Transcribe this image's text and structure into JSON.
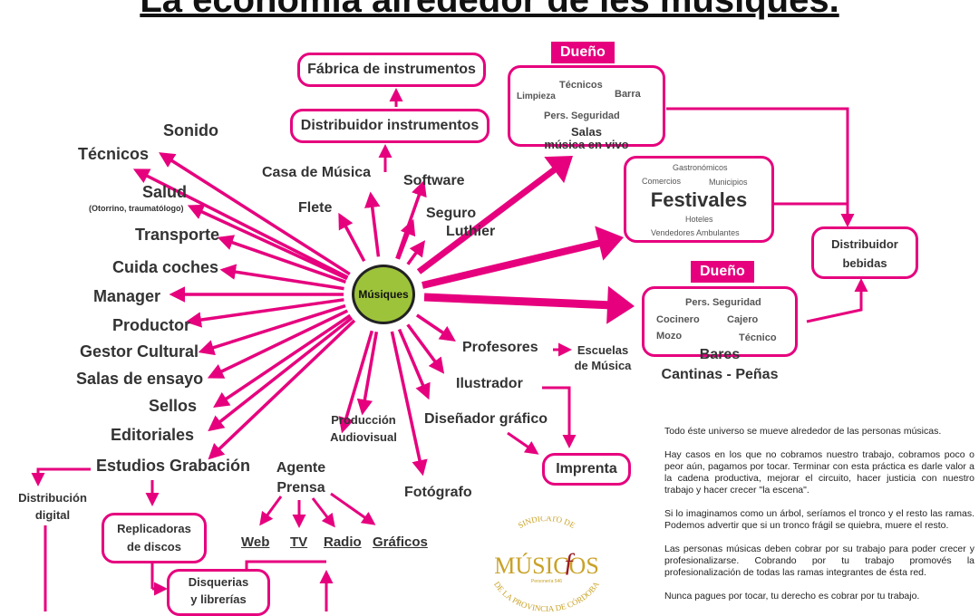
{
  "title": "La economía alrededor de les músiques.",
  "center": "Músiques",
  "colors": {
    "accent": "#e6007e",
    "center": "#9dc33b"
  },
  "left_items": [
    "Sonido",
    "Técnicos",
    "Salud",
    "Transporte",
    "Cuida coches",
    "Manager",
    "Productor",
    "Gestor Cultural",
    "Salas de ensayo",
    "Sellos",
    "Editoriales",
    "Estudios Grabación"
  ],
  "salud_sub": "(Otorrino, traumatólogo)",
  "top_items": {
    "casa_musica": "Casa de Música",
    "flete": "Flete",
    "software": "Software",
    "seguro": "Seguro",
    "luthier": "Luthier"
  },
  "instrument_chain": {
    "distribuidor": "Distribuidor instrumentos",
    "fabrica": "Fábrica de instrumentos"
  },
  "salas": {
    "tag": "Dueño",
    "items": [
      "Técnicos",
      "Limpieza",
      "Barra",
      "Pers. Seguridad"
    ],
    "title_1": "Salas",
    "title_2": "música en vivo"
  },
  "festivales": {
    "title": "Festivales",
    "items": [
      "Gastronómicos",
      "Comercios",
      "Municipios",
      "Hoteles",
      "Vendedores Ambulantes"
    ]
  },
  "bares": {
    "tag": "Dueño",
    "items": [
      "Pers. Seguridad",
      "Cocinero",
      "Cajero",
      "Mozo",
      "Técnico"
    ],
    "title_1": "Bares",
    "title_2": "Cantinas - Peñas"
  },
  "distribuidor_bebidas": {
    "line1": "Distribuidor",
    "line2": "bebidas"
  },
  "right_lower": {
    "profesores": "Profesores",
    "escuelas_1": "Escuelas",
    "escuelas_2": "de Música",
    "ilustrador": "Ilustrador",
    "disenador": "Diseñador gráfico",
    "imprenta": "Imprenta",
    "fotografo": "Fotógrafo"
  },
  "bottom": {
    "produccion_1": "Producción",
    "produccion_2": "Audiovisual",
    "agente_1": "Agente",
    "agente_2": "Prensa",
    "media": [
      "Web",
      "TV",
      "Radio",
      "Gráficos"
    ],
    "replicadoras_1": "Replicadoras",
    "replicadoras_2": "de discos",
    "disquerias_1": "Disquerias",
    "disquerias_2": "y librerías",
    "distribucion_1": "Distribución",
    "distribucion_2": "digital"
  },
  "text": {
    "p1": "Todo éste universo se mueve alrededor de las personas músicas.",
    "p2": "Hay casos en los que no cobramos nuestro trabajo, cobramos poco o peor aún, pagamos por tocar. Terminar con esta práctica es darle valor a la cadena productiva, mejorar el circuito, hacer justicia con nuestro trabajo y hacer crecer \"la escena\".",
    "p3": "Si lo imaginamos como un árbol, seríamos el tronco y el resto las ramas. Podemos advertir que si un tronco frágil se quiebra, muere el resto.",
    "p4": "Las personas músicas deben cobrar por su trabajo para poder crecer y profesionalizarse. Cobrando por tu trabajo promovés la profesionalización de todas las ramas integrantes de ésta red.",
    "p5": "Nunca pagues por tocar, tu derecho es cobrar por tu trabajo."
  },
  "logo": {
    "top": "SINDICATO DE",
    "name": "MÚSICOS",
    "sub": "Personería 546",
    "bottom": "DE LA PROVINCIA DE CÓRDOBA"
  }
}
